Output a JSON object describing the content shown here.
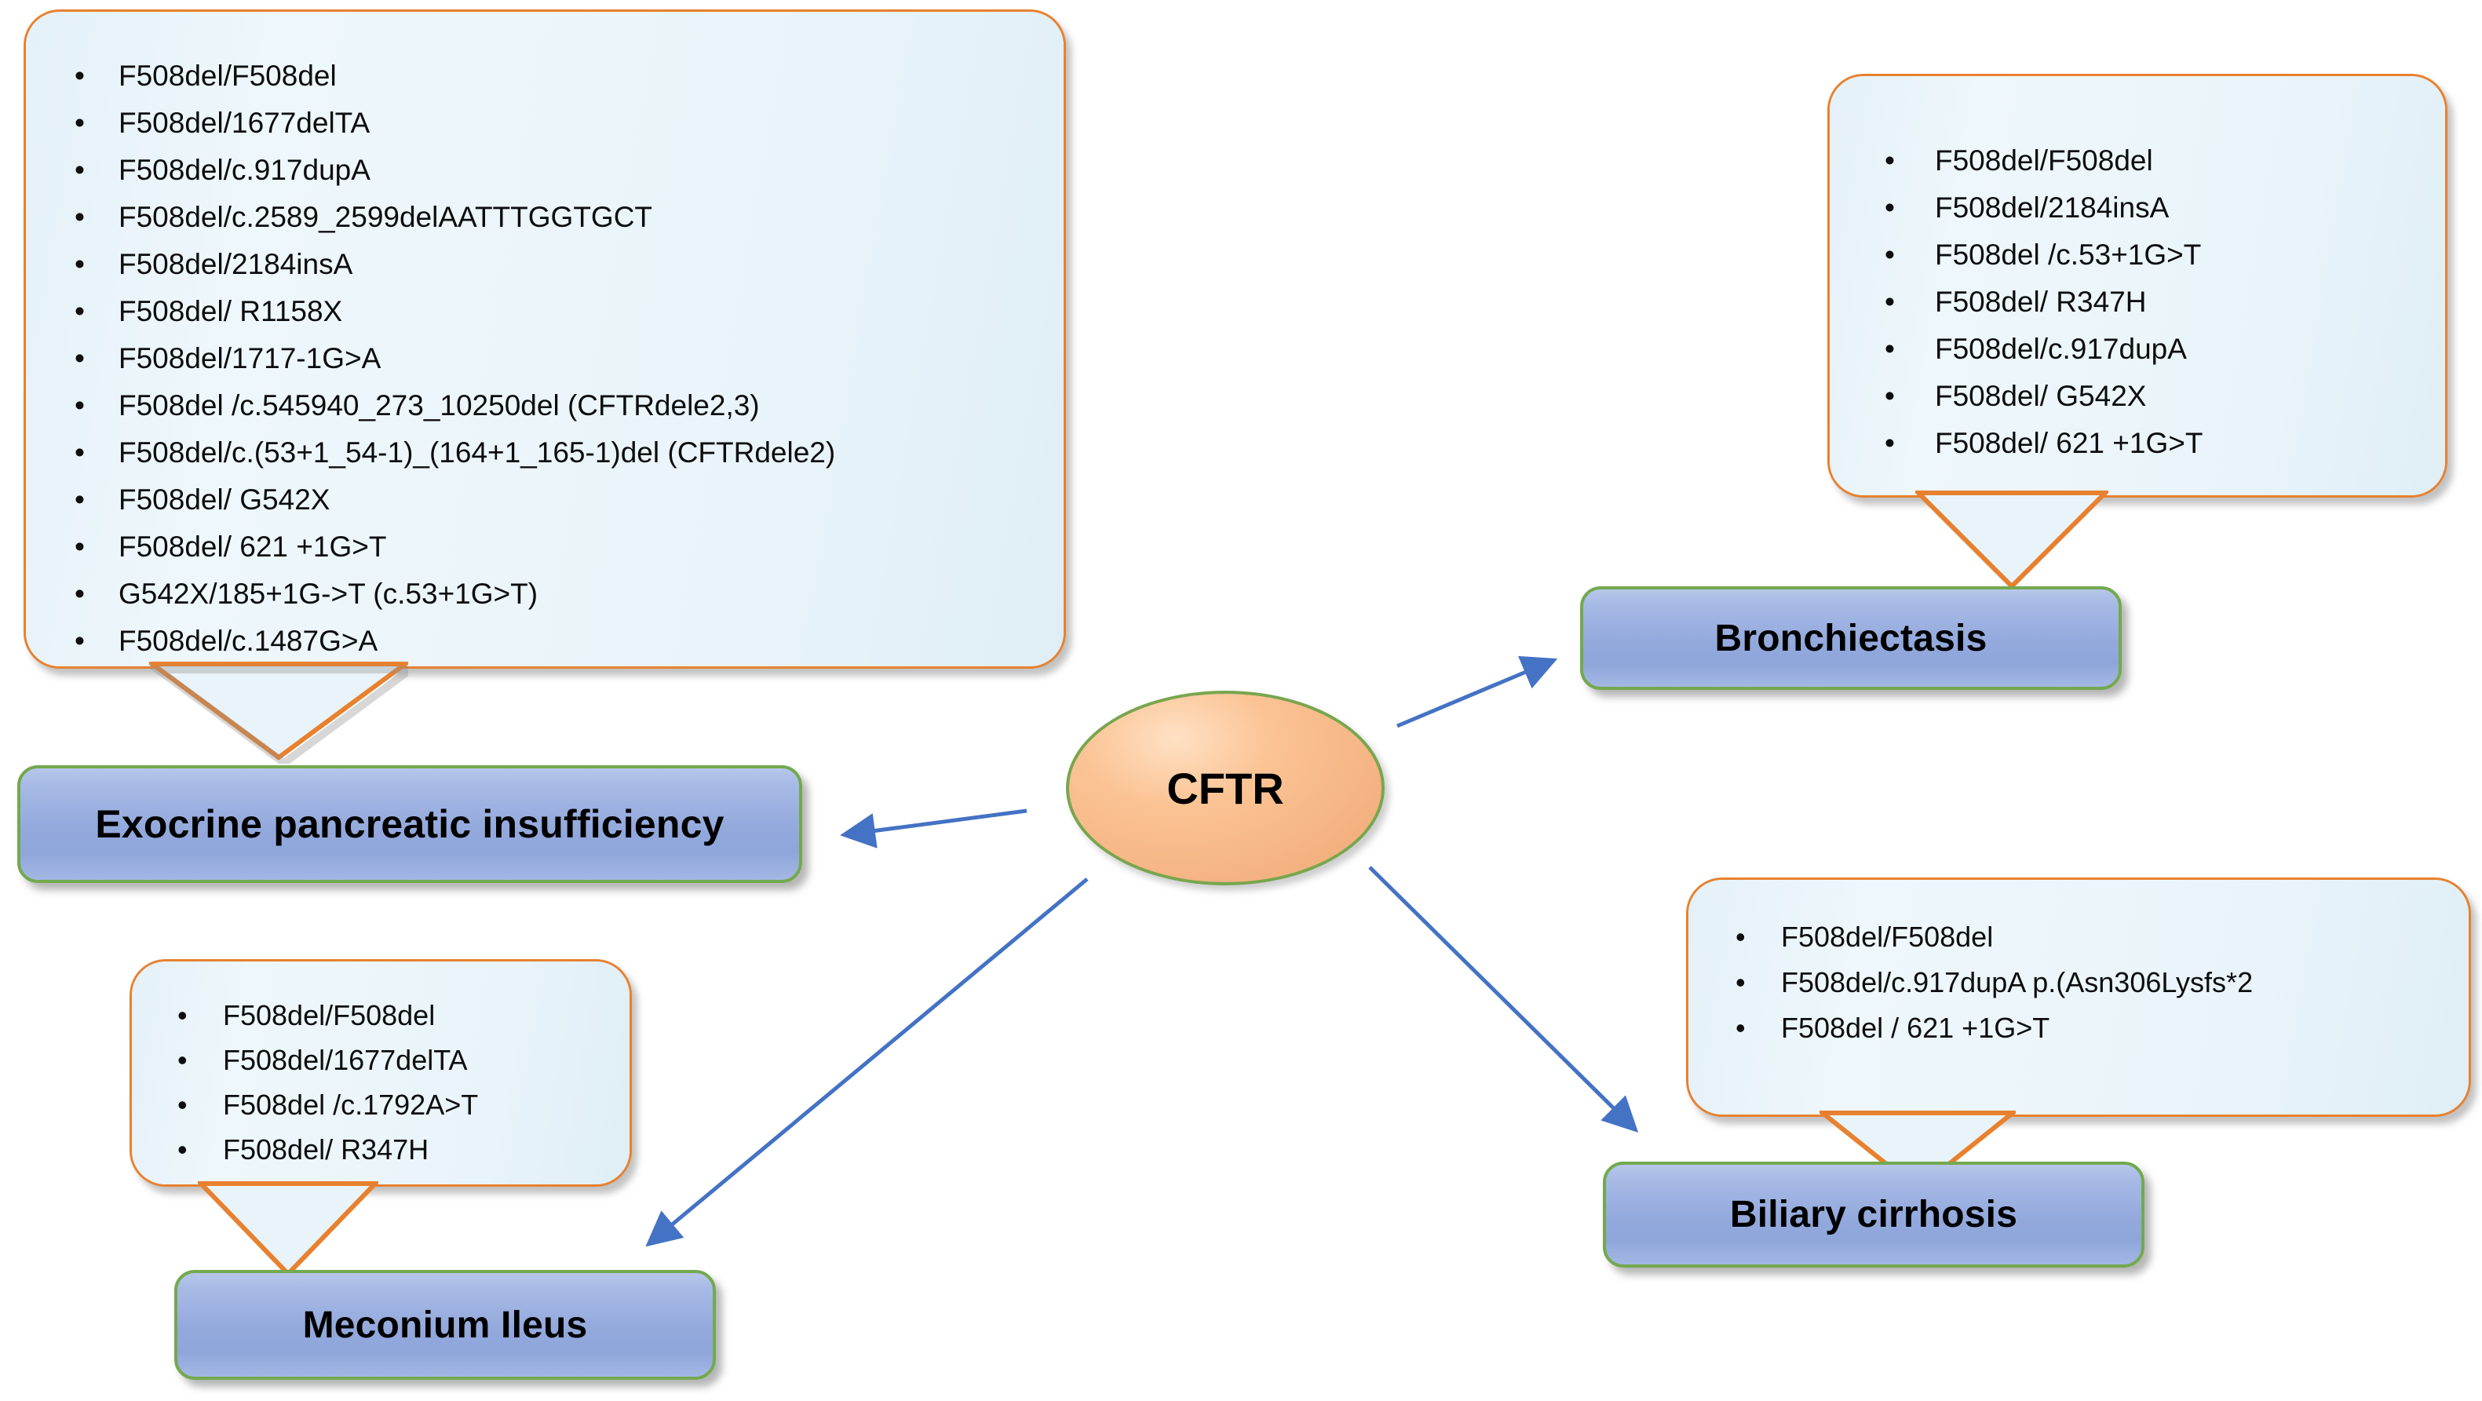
{
  "center": {
    "label": "CFTR",
    "shape": "ellipse",
    "fill_color": "#f7b787",
    "border_color": "#78a64e"
  },
  "theme": {
    "callout_fill": "#e9f4fa",
    "callout_border": "#e8812f",
    "box_fill": "#93a9dc",
    "box_border": "#73a94f",
    "arrow_color": "#4472c4",
    "text_color": "#000000"
  },
  "branches": [
    {
      "id": "exocrine-pancreatic-insufficiency",
      "box_label": "Exocrine pancreatic insufficiency",
      "genotypes": [
        "F508del/F508del",
        "F508del/1677delTA",
        "F508del/c.917dupA",
        "F508del/c.2589_2599delAATTTGGTGCT",
        "F508del/2184insA",
        "F508del/ R1158X",
        " F508del/1717-1G>A",
        "F508del /c.545940_273_10250del (CFTRdele2,3)",
        " F508del/c.(53+1_54-1)_(164+1_165-1)del (CFTRdele2)",
        "F508del/ G542X",
        "F508del/ 621 +1G>T",
        " G542X/185+1G->T (c.53+1G>T)",
        "F508del/c.1487G>A"
      ]
    },
    {
      "id": "bronchiectasis",
      "box_label": "Bronchiectasis",
      "genotypes": [
        "F508del/F508del",
        "F508del/2184insA",
        "F508del /c.53+1G>T",
        "F508del/ R347H",
        "F508del/c.917dupA",
        "F508del/ G542X",
        "F508del/ 621 +1G>T"
      ]
    },
    {
      "id": "meconium-ileus",
      "box_label": "Meconium Ileus",
      "genotypes": [
        "F508del/F508del",
        "F508del/1677delTA",
        "F508del /c.1792A>T",
        "F508del/ R347H"
      ]
    },
    {
      "id": "biliary-cirrhosis",
      "box_label": "Biliary cirrhosis",
      "genotypes": [
        "F508del/F508del",
        "F508del/c.917dupA p.(Asn306Lysfs*2",
        "F508del / 621 +1G>T"
      ]
    }
  ],
  "bullet_glyph": "•"
}
